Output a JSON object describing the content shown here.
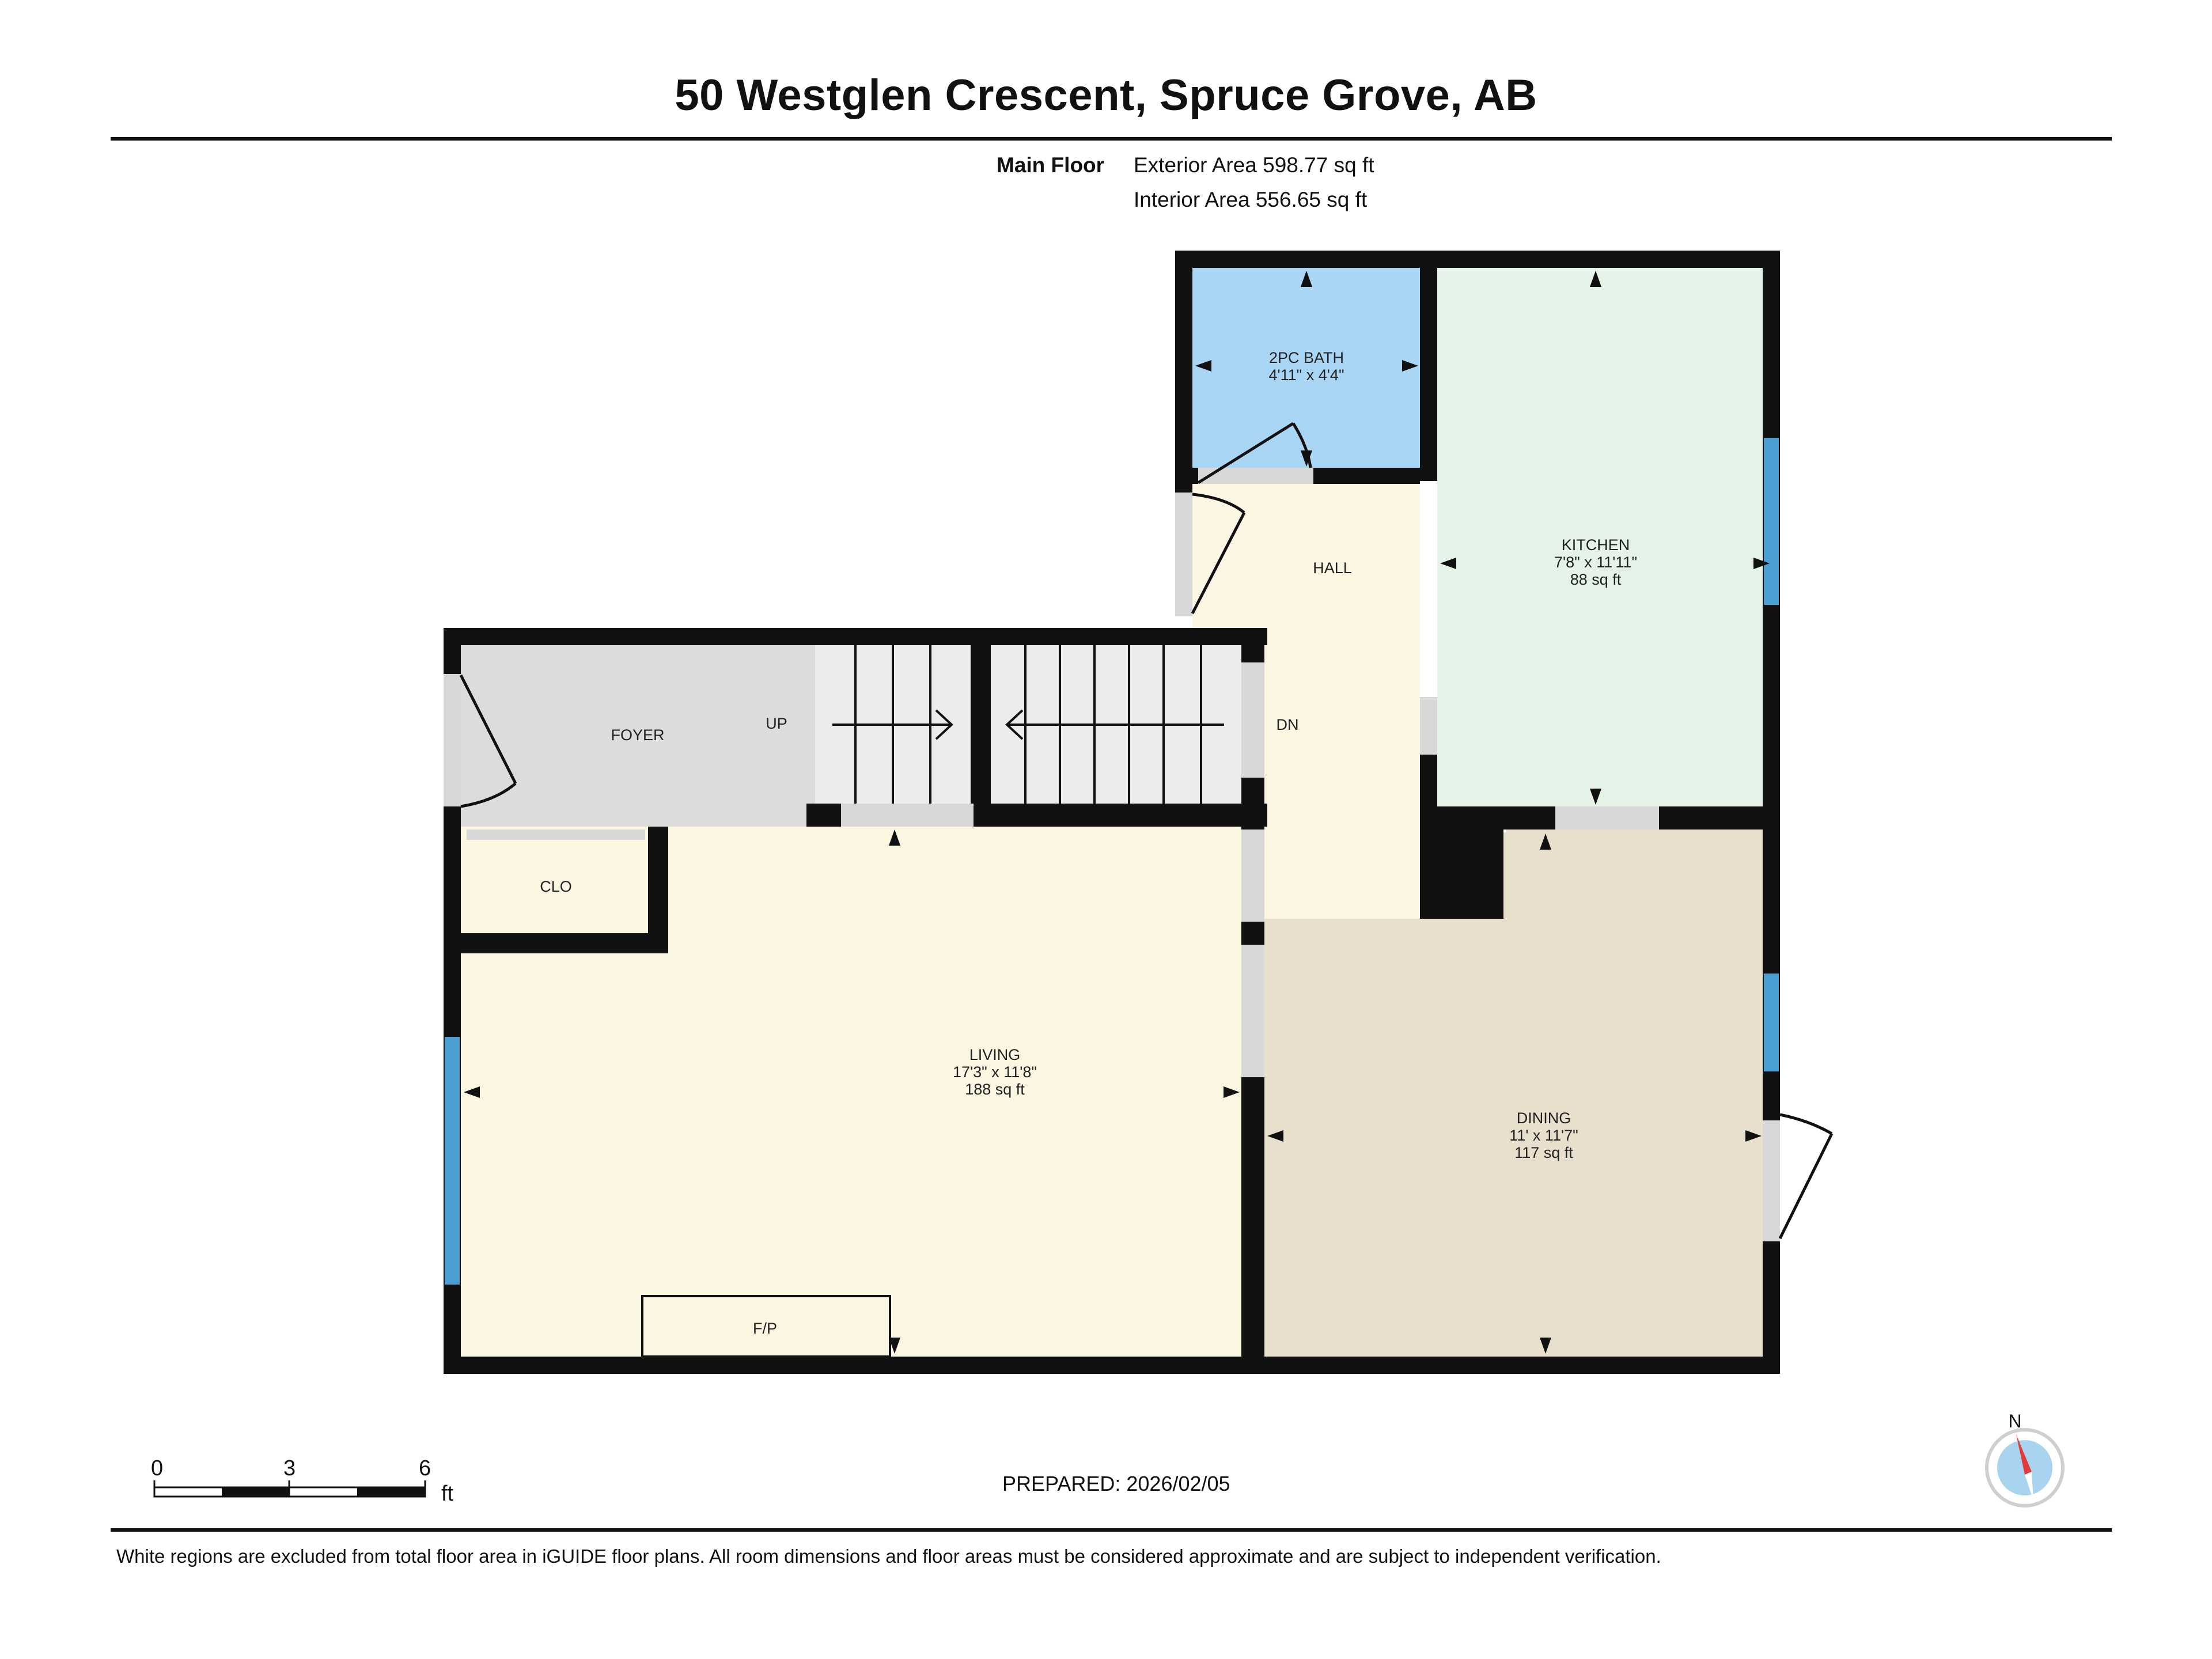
{
  "header": {
    "title": "50 Westglen Crescent, Spruce Grove, AB"
  },
  "floor_info": {
    "floor_label": "Main Floor",
    "exterior_area": "Exterior Area 598.77 sq ft",
    "interior_area": "Interior Area 556.65 sq ft"
  },
  "rooms": {
    "bath": {
      "name": "2PC BATH",
      "dims": "4'11\" x 4'4\""
    },
    "kitchen": {
      "name": "KITCHEN",
      "dims": "7'8\" x 11'11\"",
      "area": "88 sq ft"
    },
    "hall": {
      "name": "HALL"
    },
    "foyer": {
      "name": "FOYER"
    },
    "closet": {
      "name": "CLO"
    },
    "living": {
      "name": "LIVING",
      "dims": "17'3\" x 11'8\"",
      "area": "188 sq ft"
    },
    "dining": {
      "name": "DINING",
      "dims": "11' x 11'7\"",
      "area": "117 sq ft"
    },
    "fireplace": {
      "name": "F/P"
    }
  },
  "stairs": {
    "up_label": "UP",
    "down_label": "DN"
  },
  "scale_bar": {
    "ticks": [
      "0",
      "3",
      "6"
    ],
    "unit": "ft"
  },
  "compass": {
    "north_label": "N"
  },
  "footer": {
    "prepared": "PREPARED: 2026/02/05",
    "disclaimer": "White regions are excluded from total floor area in iGUIDE floor plans. All room dimensions and floor areas must be considered approximate and are subject to independent verification."
  },
  "colors": {
    "wall": "#111111",
    "bath": "#aad6f5",
    "kitchen": "#e4f2e8",
    "hall": "#fbf6e2",
    "foyer": "#dcdcdc",
    "closet": "#e5dcc9",
    "living": "#fbf6e2",
    "dining": "#e8dfcc",
    "window": "#4b9fd3",
    "door_gap": "#d8d8d8"
  }
}
